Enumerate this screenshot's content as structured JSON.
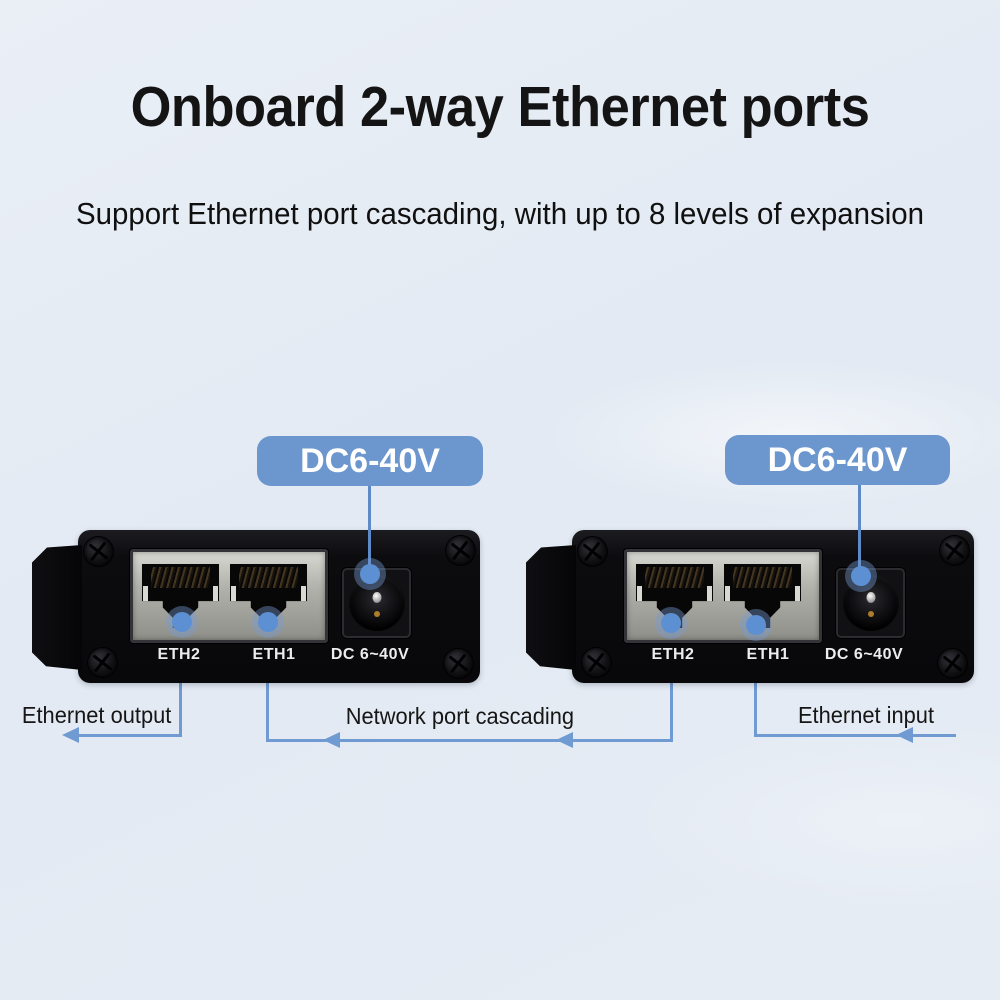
{
  "header": {
    "title": "Onboard 2-way Ethernet ports",
    "subtitle": "Support Ethernet port cascading, with up to 8 levels of expansion"
  },
  "devices": [
    {
      "callout": "DC6-40V",
      "ports": {
        "eth2": "ETH2",
        "eth1": "ETH1"
      },
      "dc_label": "DC 6~40V"
    },
    {
      "callout": "DC6-40V",
      "ports": {
        "eth2": "ETH2",
        "eth1": "ETH1"
      },
      "dc_label": "DC 6~40V"
    }
  ],
  "annotations": {
    "output": "Ethernet output",
    "cascade": "Network port cascading",
    "input": "Ethernet input"
  },
  "colors": {
    "background": "#e4ebf3",
    "callout_bg": "#6b96ce",
    "annotation_line": "#6f9ad2",
    "indicator_dot": "#5d90d3",
    "device_body": "#0b0b0e",
    "bezel_metal": "#a8a8a2",
    "title_text": "#141414",
    "port_label_text": "#ededed",
    "callout_text": "#ffffff"
  }
}
